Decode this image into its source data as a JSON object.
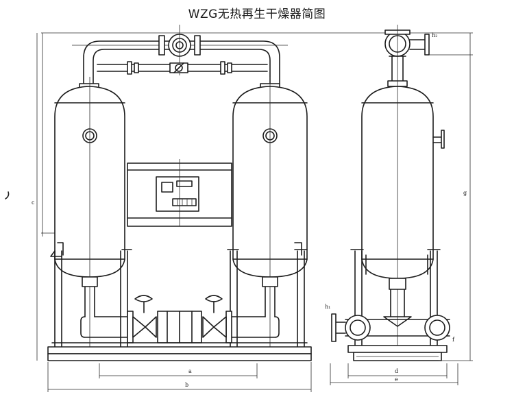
{
  "diagram": {
    "title": "WZG无热再生干燥器简图",
    "labels": {
      "a": "a",
      "b": "b",
      "c": "c",
      "d": "d",
      "e": "e",
      "h1": "h₁",
      "h2": "h₂",
      "g": "g",
      "f": "f"
    }
  }
}
